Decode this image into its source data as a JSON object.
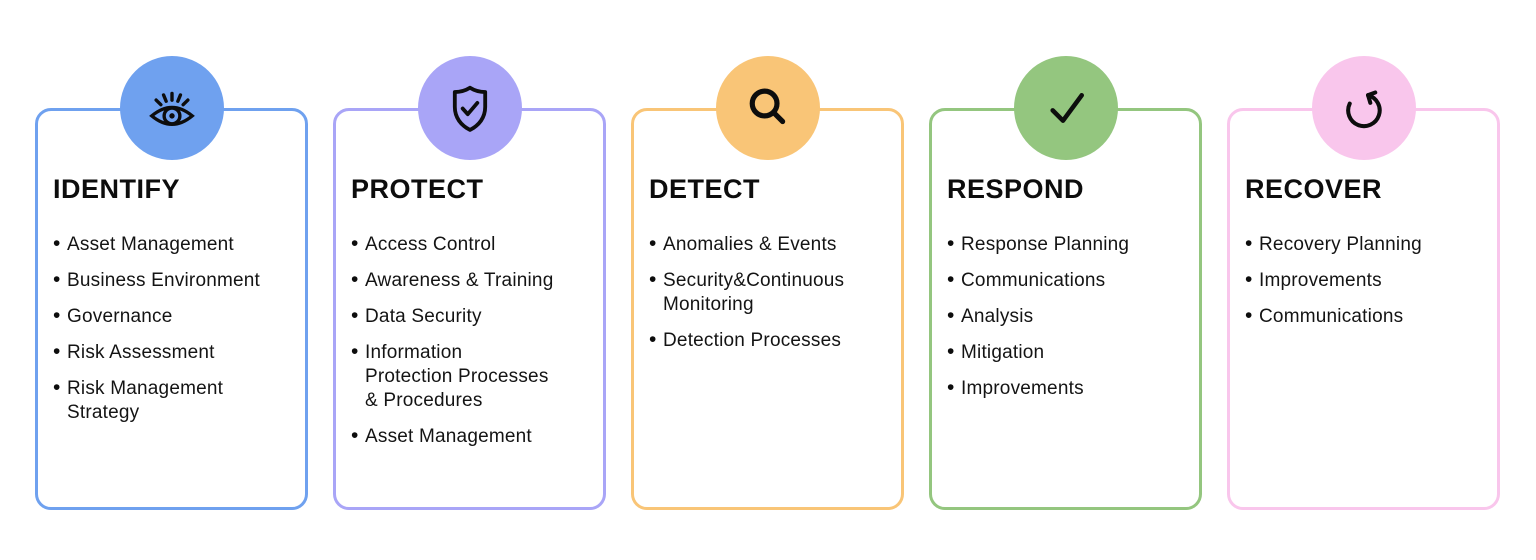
{
  "framework": {
    "name": "cybersecurity-framework-phases",
    "phases": [
      {
        "id": "identify",
        "title": "IDENTIFY",
        "icon": "eye-icon",
        "color": "#6FA1EF",
        "items": [
          "Asset Management",
          "Business Environment",
          "Governance",
          "Risk Assessment",
          "Risk Management\nStrategy"
        ]
      },
      {
        "id": "protect",
        "title": "PROTECT",
        "icon": "shield-check-icon",
        "color": "#A9A5F7",
        "items": [
          "Access Control",
          "Awareness & Training",
          "Data Security",
          "Information\nProtection Processes\n& Procedures",
          "Asset Management"
        ]
      },
      {
        "id": "detect",
        "title": "DETECT",
        "icon": "magnifier-icon",
        "color": "#F9C577",
        "items": [
          "Anomalies & Events",
          "Security&Continuous\nMonitoring",
          "Detection Processes"
        ]
      },
      {
        "id": "respond",
        "title": "RESPOND",
        "icon": "checkmark-icon",
        "color": "#94C67F",
        "items": [
          "Response Planning",
          "Communications",
          "Analysis",
          "Mitigation",
          "Improvements"
        ]
      },
      {
        "id": "recover",
        "title": "RECOVER",
        "icon": "rotate-ccw-icon",
        "color": "#F9C6EC",
        "items": [
          "Recovery Planning",
          "Improvements",
          "Communications"
        ]
      }
    ]
  }
}
